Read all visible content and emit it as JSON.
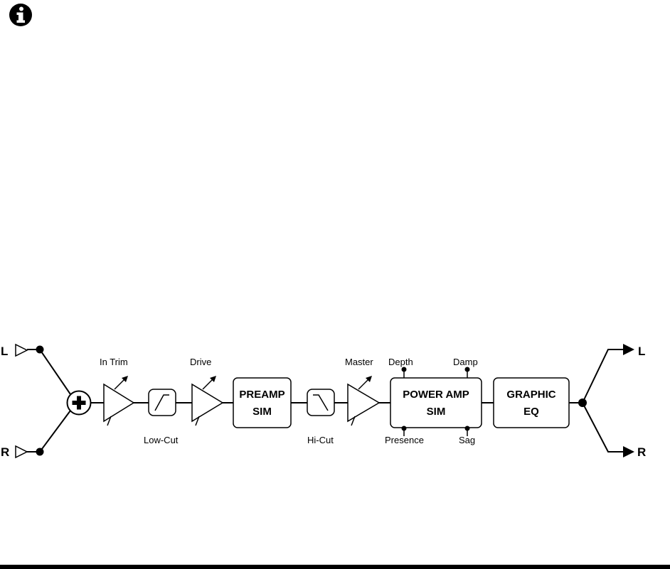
{
  "icons": {
    "info": "info-icon",
    "input_left": "triangle-input-icon",
    "input_right": "triangle-input-icon",
    "sum": "plus-icon",
    "output_arrow": "arrow-right-icon"
  },
  "inputs": {
    "left": "L",
    "right": "R"
  },
  "outputs": {
    "left": "L",
    "right": "R"
  },
  "stages": {
    "in_trim": "In Trim",
    "low_cut": "Low-Cut",
    "drive": "Drive",
    "preamp": [
      "PREAMP",
      "SIM"
    ],
    "hi_cut": "Hi-Cut",
    "master": "Master",
    "power_amp": [
      "POWER AMP",
      "SIM"
    ],
    "power_amp_params": {
      "depth": "Depth",
      "damp": "Damp",
      "presence": "Presence",
      "sag": "Sag"
    },
    "graphic_eq": [
      "GRAPHIC",
      "EQ"
    ]
  },
  "colors": {
    "ink": "#000000",
    "background": "#ffffff"
  }
}
